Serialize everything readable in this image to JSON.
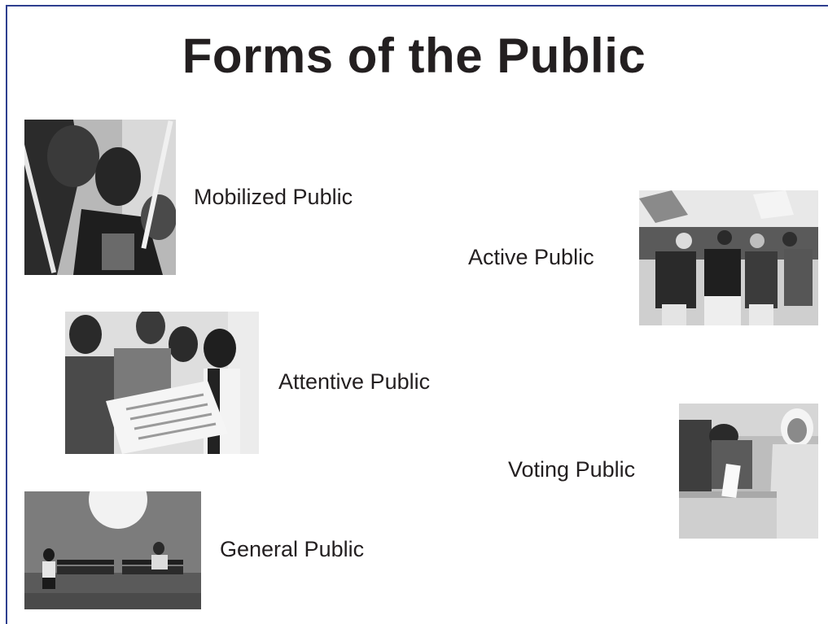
{
  "slide": {
    "title": "Forms of the Public",
    "frame_color": "#2e3f8f",
    "text_color": "#231f20"
  },
  "items": [
    {
      "label": "Mobilized Public",
      "photo": "protest-with-signs-photo"
    },
    {
      "label": "Active Public",
      "photo": "marching-crowd-photo"
    },
    {
      "label": "Attentive Public",
      "photo": "men-reading-newspaper-photo"
    },
    {
      "label": "Voting Public",
      "photo": "woman-casting-ballot-photo"
    },
    {
      "label": "General Public",
      "photo": "people-on-benches-photo"
    }
  ]
}
